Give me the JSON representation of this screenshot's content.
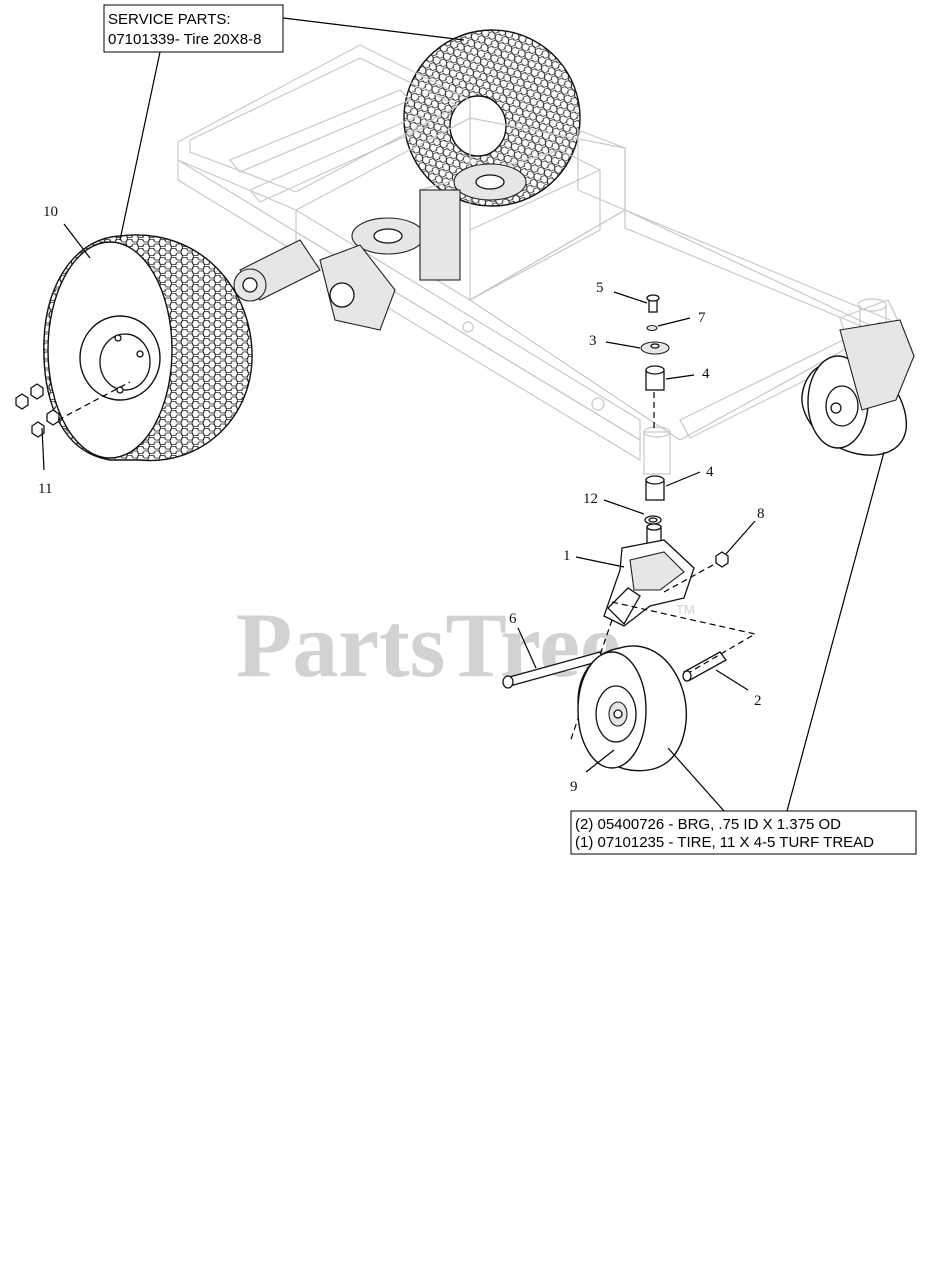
{
  "watermark": {
    "text": "PartsTree",
    "trademark": "TM"
  },
  "service_parts_top": {
    "line1": "SERVICE PARTS:",
    "line2": "07101339- Tire 20X8-8"
  },
  "service_parts_bottom": {
    "line1": "(2) 05400726 - BRG, .75 ID X 1.375 OD",
    "line2": "(1) 07101235 - TIRE, 11 X 4-5 TURF TREAD"
  },
  "callouts": {
    "c1": "1",
    "c2": "2",
    "c3": "3",
    "c4a": "4",
    "c4b": "4",
    "c5": "5",
    "c6": "6",
    "c7": "7",
    "c8": "8",
    "c9": "9",
    "c10": "10",
    "c11": "11",
    "c12": "12"
  }
}
